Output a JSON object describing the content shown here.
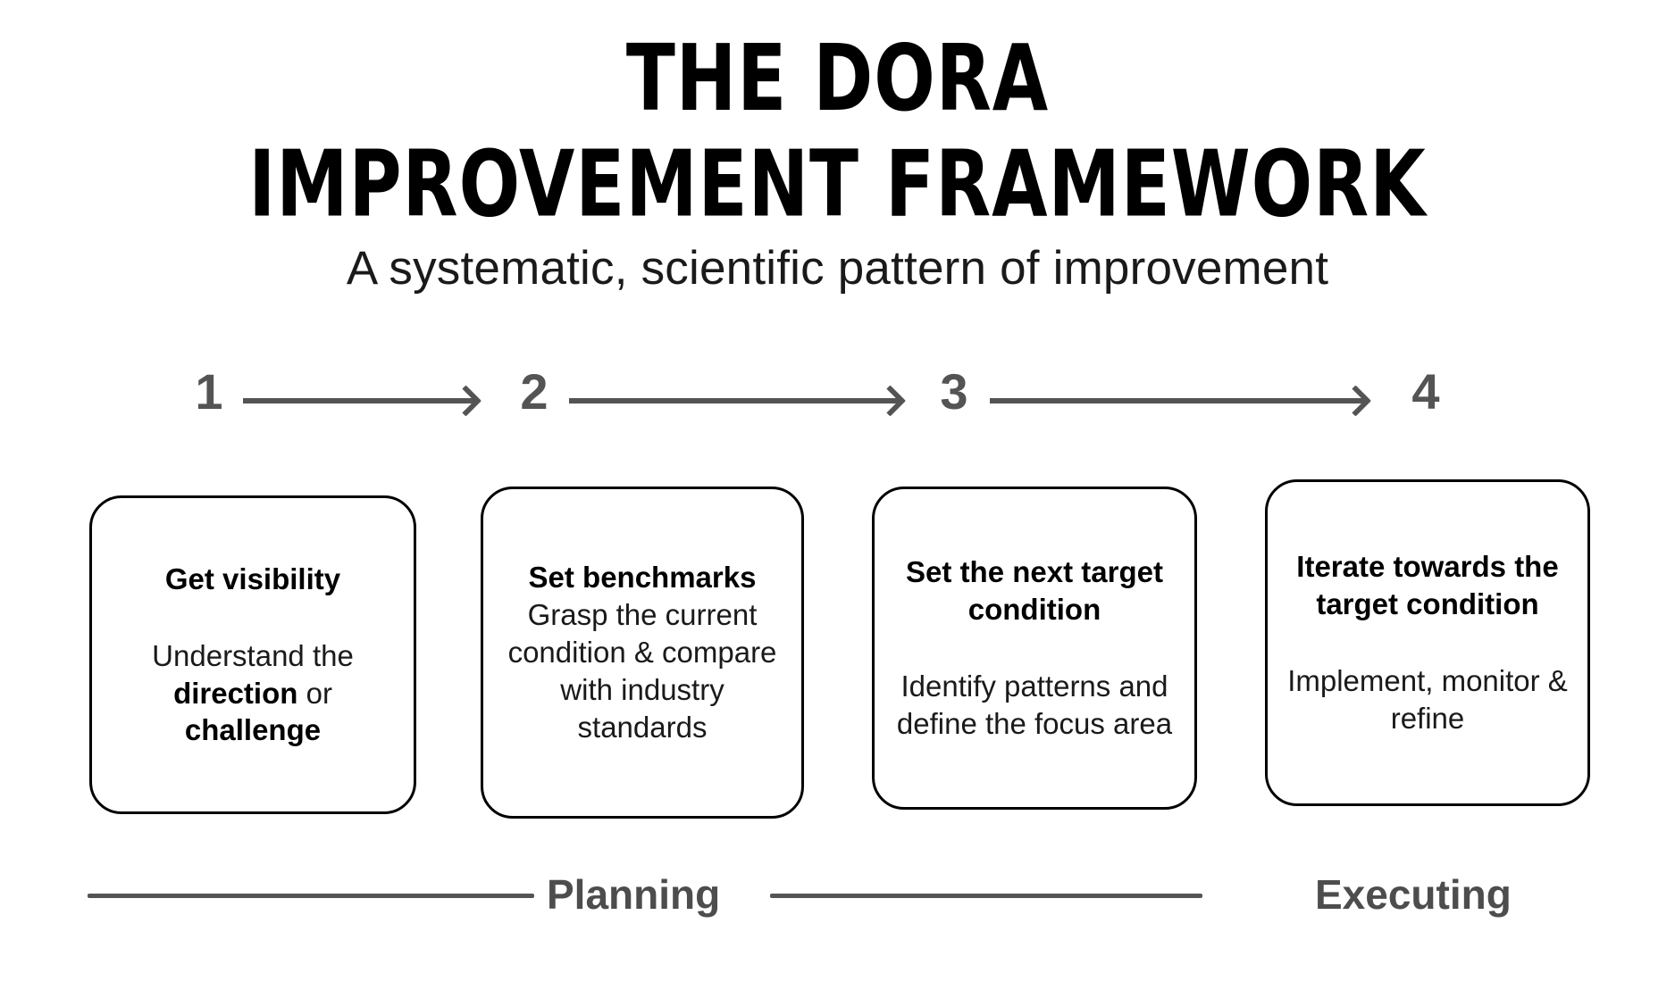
{
  "header": {
    "title_line1": "THE DORA",
    "title_line2": "IMPROVEMENT FRAMEWORK",
    "subtitle": "A systematic, scientific pattern of improvement"
  },
  "steps": [
    {
      "number": "1"
    },
    {
      "number": "2"
    },
    {
      "number": "3"
    },
    {
      "number": "4"
    }
  ],
  "cards": [
    {
      "heading": "Get visibility",
      "body_plain": "Understand the direction or challenge",
      "body_html": "Understand the <b>direction</b> or <b>challenge</b>"
    },
    {
      "heading": "Set benchmarks",
      "body_plain": "Grasp the current condition & compare with industry standards",
      "body_html": "Grasp the current condition &amp; compare with industry standards"
    },
    {
      "heading": "Set the next target condition",
      "body_plain": "Identify patterns and define the focus area",
      "body_html": "Identify patterns and define the focus area"
    },
    {
      "heading": "Iterate towards the target condition",
      "body_plain": "Implement, monitor & refine",
      "body_html": "Implement, monitor &amp; refine"
    }
  ],
  "phases": [
    {
      "label": "Planning"
    },
    {
      "label": "Executing"
    }
  ],
  "colors": {
    "accent_gray": "#545454",
    "phase_label_gray": "#4d4d4d",
    "card_border": "#000000",
    "background": "#ffffff",
    "text": "#111111"
  }
}
